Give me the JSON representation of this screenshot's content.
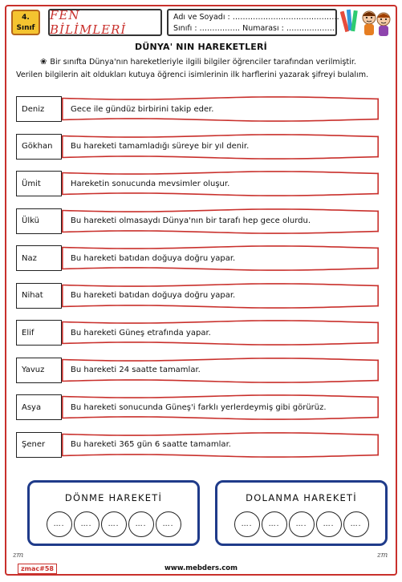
{
  "header": {
    "grade_number": "4.",
    "grade_label": "Sınıf",
    "subject_title": "FEN BİLİMLERİ",
    "name_field": "Adı ve Soyadı : ……………………………………",
    "class_field": "Sınıfı : ……………. Numarası : ………………."
  },
  "worksheet": {
    "title": "DÜNYA' NIN HAREKETLERİ",
    "bullet_icon": "flower-icon",
    "intro_line1": "Bir sınıfta Dünya'nın hareketleriyle ilgili bilgiler öğrenciler tarafından verilmiştir.",
    "intro_line2": "Verilen bilgilerin ait oldukları kutuya öğrenci isimlerinin ilk harflerini yazarak şifreyi bulalım."
  },
  "rows": [
    {
      "name": "Deniz",
      "statement": "Gece ile gündüz birbirini takip eder."
    },
    {
      "name": "Gökhan",
      "statement": "Bu hareketi tamamladığı süreye bir yıl denir."
    },
    {
      "name": "Ümit",
      "statement": "Hareketin sonucunda mevsimler oluşur."
    },
    {
      "name": "Ülkü",
      "statement": "Bu hareketi olmasaydı Dünya'nın bir tarafı hep gece olurdu."
    },
    {
      "name": "Naz",
      "statement": "Bu hareketi batıdan doğuya doğru yapar."
    },
    {
      "name": "Nihat",
      "statement": "Bu hareketi batıdan doğuya doğru yapar."
    },
    {
      "name": "Elif",
      "statement": "Bu hareketi Güneş etrafında yapar."
    },
    {
      "name": "Yavuz",
      "statement": "Bu hareketi 24 saatte tamamlar."
    },
    {
      "name": "Asya",
      "statement": "Bu hareketi sonucunda Güneş'i farklı yerlerdeymiş  gibi görürüz."
    },
    {
      "name": "Şener",
      "statement": "Bu hareketi 365 gün 6 saatte tamamlar."
    }
  ],
  "panels": {
    "left_title": "DÖNME   HAREKETİ",
    "right_title": "DOLANMA   HAREKETİ",
    "blank": "…."
  },
  "footer": {
    "code": "zmac#58",
    "site": "www.mebders.com",
    "logo_text": "zm"
  },
  "colors": {
    "frame": "#c9302c",
    "panel_border": "#1f3b8a",
    "grade_badge": "#f4c430"
  }
}
